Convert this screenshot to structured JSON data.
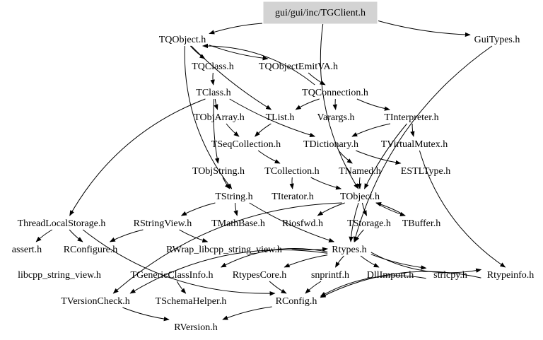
{
  "title": "gui/gui/inc/TGClient.h",
  "root": "gui/gui/inc/TGClient.h",
  "nodes": [
    {
      "id": "TGClient",
      "label": "gui/gui/inc/TGClient.h",
      "root": true
    },
    {
      "id": "TQObject",
      "label": "TQObject.h"
    },
    {
      "id": "GuiTypes",
      "label": "GuiTypes.h"
    },
    {
      "id": "TQClass",
      "label": "TQClass.h"
    },
    {
      "id": "TQObjectEmitVA",
      "label": "TQObjectEmitVA.h"
    },
    {
      "id": "TClass",
      "label": "TClass.h"
    },
    {
      "id": "TQConnection",
      "label": "TQConnection.h"
    },
    {
      "id": "TObjArray",
      "label": "TObjArray.h"
    },
    {
      "id": "TList",
      "label": "TList.h"
    },
    {
      "id": "Varargs",
      "label": "Varargs.h"
    },
    {
      "id": "TInterpreter",
      "label": "TInterpreter.h"
    },
    {
      "id": "TSeqCollection",
      "label": "TSeqCollection.h"
    },
    {
      "id": "TDictionary",
      "label": "TDictionary.h"
    },
    {
      "id": "TVirtualMutex",
      "label": "TVirtualMutex.h"
    },
    {
      "id": "TObjString",
      "label": "TObjString.h"
    },
    {
      "id": "TCollection",
      "label": "TCollection.h"
    },
    {
      "id": "TNamed",
      "label": "TNamed.h"
    },
    {
      "id": "ESTLType",
      "label": "ESTLType.h"
    },
    {
      "id": "TString",
      "label": "TString.h"
    },
    {
      "id": "TIterator",
      "label": "TIterator.h"
    },
    {
      "id": "TObject",
      "label": "TObject.h"
    },
    {
      "id": "ThreadLocalStorage",
      "label": "ThreadLocalStorage.h"
    },
    {
      "id": "RStringView",
      "label": "RStringView.h"
    },
    {
      "id": "TMathBase",
      "label": "TMathBase.h"
    },
    {
      "id": "Riosfwd",
      "label": "Riosfwd.h"
    },
    {
      "id": "TStorage",
      "label": "TStorage.h"
    },
    {
      "id": "TBuffer",
      "label": "TBuffer.h"
    },
    {
      "id": "assert",
      "label": "assert.h"
    },
    {
      "id": "RConfigure",
      "label": "RConfigure.h"
    },
    {
      "id": "RWrap",
      "label": "RWrap_libcpp_string_view.h"
    },
    {
      "id": "Rtypes",
      "label": "Rtypes.h"
    },
    {
      "id": "libcpp",
      "label": "libcpp_string_view.h"
    },
    {
      "id": "TGenericClassInfo",
      "label": "TGenericClassInfo.h"
    },
    {
      "id": "RtypesCore",
      "label": "RtypesCore.h"
    },
    {
      "id": "snprintf",
      "label": "snprintf.h"
    },
    {
      "id": "DllImport",
      "label": "DllImport.h"
    },
    {
      "id": "strlcpy",
      "label": "strlcpy.h"
    },
    {
      "id": "Rtypeinfo",
      "label": "Rtypeinfo.h"
    },
    {
      "id": "TVersionCheck",
      "label": "TVersionCheck.h"
    },
    {
      "id": "TSchemaHelper",
      "label": "TSchemaHelper.h"
    },
    {
      "id": "RConfig",
      "label": "RConfig.h"
    },
    {
      "id": "RVersion",
      "label": "RVersion.h"
    }
  ],
  "edges": [
    [
      "TGClient",
      "TQObject"
    ],
    [
      "TGClient",
      "GuiTypes"
    ],
    [
      "TGClient",
      "TObject"
    ],
    [
      "TQObject",
      "TQClass"
    ],
    [
      "TQObject",
      "TQObjectEmitVA"
    ],
    [
      "TQObject",
      "TList"
    ],
    [
      "TQObject",
      "TString"
    ],
    [
      "TQObjectEmitVA",
      "TQConnection"
    ],
    [
      "TQConnection",
      "TQObject"
    ],
    [
      "TQClass",
      "TClass"
    ],
    [
      "TClass",
      "TObjArray"
    ],
    [
      "TClass",
      "TDictionary"
    ],
    [
      "TClass",
      "TObjString"
    ],
    [
      "TClass",
      "ThreadLocalStorage"
    ],
    [
      "TQConnection",
      "TList"
    ],
    [
      "TQConnection",
      "Varargs"
    ],
    [
      "TQConnection",
      "TInterpreter"
    ],
    [
      "TObjArray",
      "TSeqCollection"
    ],
    [
      "TList",
      "TSeqCollection"
    ],
    [
      "TInterpreter",
      "TDictionary"
    ],
    [
      "TInterpreter",
      "TVirtualMutex"
    ],
    [
      "TInterpreter",
      "TObject"
    ],
    [
      "TSeqCollection",
      "TCollection"
    ],
    [
      "TDictionary",
      "TNamed"
    ],
    [
      "TDictionary",
      "ESTLType"
    ],
    [
      "TObjString",
      "TString"
    ],
    [
      "TCollection",
      "TIterator"
    ],
    [
      "TCollection",
      "TObject"
    ],
    [
      "TNamed",
      "TObject"
    ],
    [
      "TString",
      "RStringView"
    ],
    [
      "TString",
      "TMathBase"
    ],
    [
      "TString",
      "Rtypes"
    ],
    [
      "TObject",
      "Riosfwd"
    ],
    [
      "TObject",
      "TStorage"
    ],
    [
      "TObject",
      "TBuffer"
    ],
    [
      "TObject",
      "Rtypes"
    ],
    [
      "TObject",
      "TVersionCheck"
    ],
    [
      "TBuffer",
      "TObject"
    ],
    [
      "TStorage",
      "Rtypes"
    ],
    [
      "GuiTypes",
      "Rtypes"
    ],
    [
      "ThreadLocalStorage",
      "assert"
    ],
    [
      "ThreadLocalStorage",
      "RConfigure"
    ],
    [
      "ThreadLocalStorage",
      "RConfig"
    ],
    [
      "RStringView",
      "RConfigure"
    ],
    [
      "RStringView",
      "RWrap"
    ],
    [
      "RWrap",
      "Rtypes"
    ],
    [
      "Rtypes",
      "TGenericClassInfo"
    ],
    [
      "Rtypes",
      "RtypesCore"
    ],
    [
      "Rtypes",
      "snprintf"
    ],
    [
      "Rtypes",
      "DllImport"
    ],
    [
      "Rtypes",
      "strlcpy"
    ],
    [
      "Rtypes",
      "Rtypeinfo"
    ],
    [
      "Rtypes",
      "TVersionCheck"
    ],
    [
      "TGenericClassInfo",
      "TSchemaHelper"
    ],
    [
      "RtypesCore",
      "RConfig"
    ],
    [
      "snprintf",
      "RConfig"
    ],
    [
      "strlcpy",
      "RConfig"
    ],
    [
      "Rtypeinfo",
      "RConfig"
    ],
    [
      "TVersionCheck",
      "RVersion"
    ],
    [
      "RConfig",
      "RVersion"
    ],
    [
      "TVirtualMutex",
      "Rtypeinfo"
    ]
  ]
}
